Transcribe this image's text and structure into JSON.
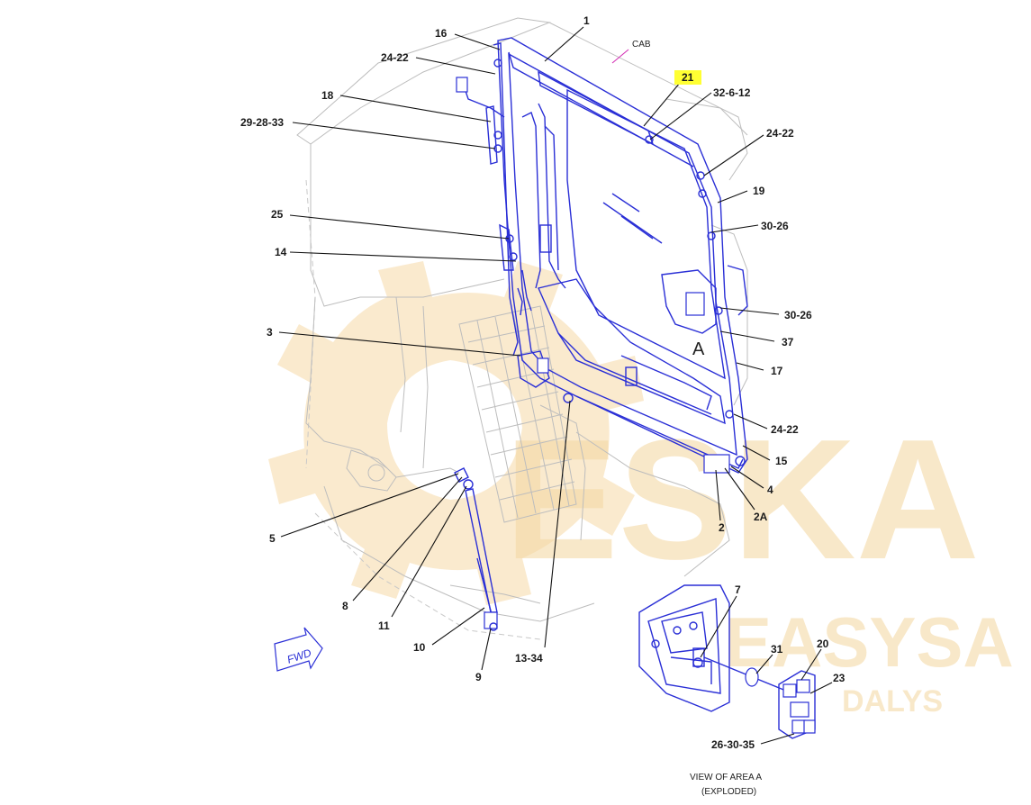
{
  "diagram": {
    "labels": {
      "l1": "1",
      "l16": "16",
      "l24_22_top": "24-22",
      "l18": "18",
      "l29_28_33": "29-28-33",
      "l25": "25",
      "l14": "14",
      "l3": "3",
      "l21": "21",
      "l32_6_12": "32-6-12",
      "l24_22_right": "24-22",
      "l19": "19",
      "l30_26_a": "30-26",
      "l30_26_b": "30-26",
      "l37": "37",
      "l17": "17",
      "l24_22_low": "24-22",
      "l15": "15",
      "l4": "4",
      "l2A": "2A",
      "l2": "2",
      "l5": "5",
      "l8": "8",
      "l11": "11",
      "l10": "10",
      "l9": "9",
      "l13_34": "13-34",
      "l7": "7",
      "l31": "31",
      "l20": "20",
      "l23": "23",
      "l26_30_35": "26-30-35"
    },
    "cab_label": "CAB",
    "area_marker": "A",
    "fwd_label": "FWD",
    "view_caption_line1": "VIEW OF AREA A",
    "view_caption_line2": "(EXPLODED)",
    "highlight_color": "#ffff33",
    "line_color": "#2a2fd6"
  },
  "watermark": {
    "brand_large": "ESKA",
    "brand_small": "EASYSA",
    "brand_sub": "DALYS"
  }
}
